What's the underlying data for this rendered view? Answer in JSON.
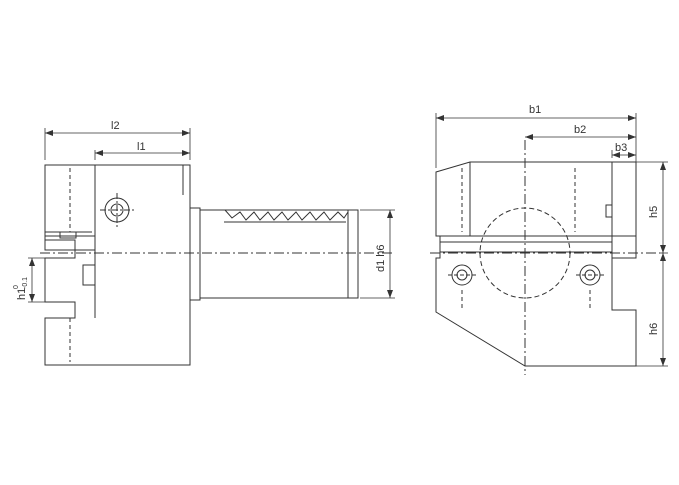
{
  "drawing": {
    "line_color": "#333333",
    "background": "#ffffff",
    "labels": {
      "l2": "l2",
      "l1": "l1",
      "d1": "d1 h6",
      "h1": "h1",
      "h1_upper": "0",
      "h1_lower": "-0.1",
      "b1": "b1",
      "b2": "b2",
      "b3": "b3",
      "h5": "h5",
      "h6": "h6"
    }
  }
}
